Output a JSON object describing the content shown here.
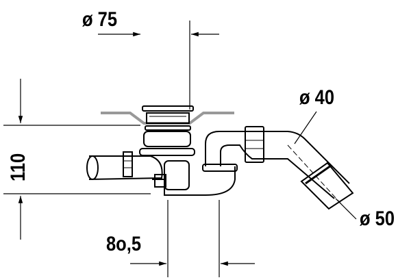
{
  "labels": {
    "drain_diameter": "ø 75",
    "trap_diameter": "ø 40",
    "outlet_diameter": "ø 50",
    "height": "110",
    "offset": "8o,5"
  },
  "colors": {
    "line": "#000000",
    "tub_edge": "#999999"
  }
}
